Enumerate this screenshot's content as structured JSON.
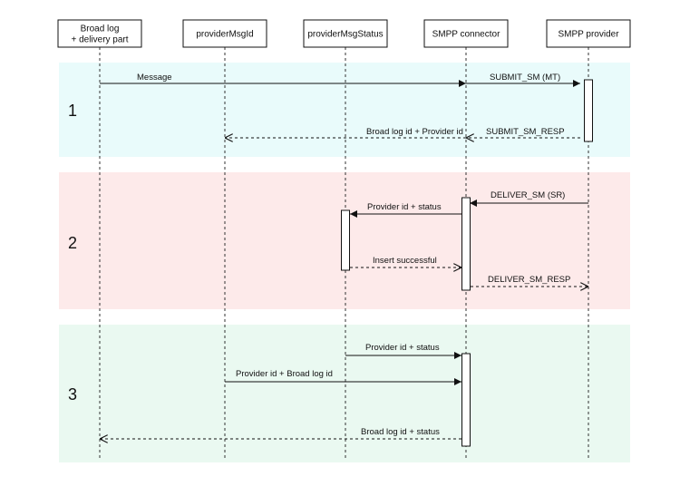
{
  "diagram": {
    "type": "sequence",
    "participants": [
      {
        "id": "broad",
        "lines": [
          "Broad log",
          "+ delivery part"
        ]
      },
      {
        "id": "msgid",
        "lines": [
          "providerMsgId"
        ]
      },
      {
        "id": "msgstatus",
        "lines": [
          "providerMsgStatus"
        ]
      },
      {
        "id": "smpp",
        "lines": [
          "SMPP connector"
        ]
      },
      {
        "id": "provider",
        "lines": [
          "SMPP provider"
        ]
      }
    ],
    "phases": [
      {
        "label": "1",
        "color": "#e9fbfb"
      },
      {
        "label": "2",
        "color": "#fdeaea"
      },
      {
        "label": "3",
        "color": "#eaf9f1"
      }
    ],
    "messages": [
      {
        "label": "Message",
        "from": "broad",
        "to": "smpp",
        "style": "solid"
      },
      {
        "label": "SUBMIT_SM (MT)",
        "from": "smpp",
        "to": "provider",
        "style": "solid"
      },
      {
        "label": "SUBMIT_SM_RESP",
        "from": "provider",
        "to": "smpp",
        "style": "dashed"
      },
      {
        "label": "Broad log id + Provider id",
        "from": "smpp",
        "to": "msgid",
        "style": "dashed"
      },
      {
        "label": "DELIVER_SM (SR)",
        "from": "provider",
        "to": "smpp",
        "style": "solid"
      },
      {
        "label": "Provider id + status",
        "from": "smpp",
        "to": "msgstatus",
        "style": "solid"
      },
      {
        "label": "Insert successful",
        "from": "msgstatus",
        "to": "smpp",
        "style": "dashed"
      },
      {
        "label": "DELIVER_SM_RESP",
        "from": "smpp",
        "to": "provider",
        "style": "dashed"
      },
      {
        "label": "Provider id + status",
        "from": "msgstatus",
        "to": "smpp",
        "style": "solid"
      },
      {
        "label": "Provider id + Broad log id",
        "from": "msgid",
        "to": "smpp",
        "style": "solid"
      },
      {
        "label": "Broad log id + status",
        "from": "smpp",
        "to": "broad",
        "style": "dashed"
      }
    ]
  }
}
